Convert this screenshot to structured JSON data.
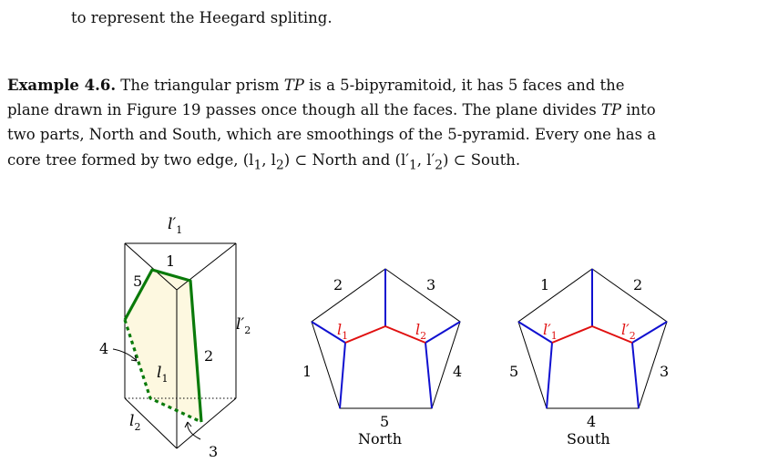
{
  "top_text": {
    "line1": "to represent the Heegard spliting."
  },
  "example": {
    "label": "Example 4.6.",
    "rows": [
      {
        "a": " The triangular prism ",
        "b": "TP",
        "c": " is a 5-bipyramitoid, it has 5 faces and the"
      },
      {
        "a": "plane drawn in Figure 19 passes once though all the faces. The plane divides ",
        "b": "TP",
        "c": " into"
      },
      {
        "a": "two parts, North and South, which are smoothings of the 5-pyramid. Every one has a"
      },
      {
        "a": "core tree formed by two edge, (l",
        "s1": "1",
        "m": ", l",
        "s2": "2",
        "n": ") ⊂ North and (l′",
        "s3": "1",
        "o": ", l′",
        "s4": "2",
        "p": ") ⊂ South."
      }
    ]
  },
  "figure": {
    "prism": {
      "top_label": "l′",
      "top_label_sub": "1",
      "right_label": "l′",
      "right_label_sub": "2",
      "center_label": "l",
      "center_label_sub": "1",
      "bottom_label": "l",
      "bottom_label_sub": "2",
      "face_labels": [
        "1",
        "2",
        "3",
        "4",
        "5"
      ]
    },
    "north": {
      "caption": "North",
      "edge_labels": [
        "2",
        "3",
        "1",
        "4",
        "5"
      ],
      "tree_labels": [
        {
          "t": "l",
          "sub": "1"
        },
        {
          "t": "l",
          "sub": "2"
        }
      ]
    },
    "south": {
      "caption": "South",
      "edge_labels": [
        "1",
        "2",
        "5",
        "3",
        "4"
      ],
      "tree_labels": [
        {
          "t": "l′",
          "sub": "1"
        },
        {
          "t": "l′",
          "sub": "2"
        }
      ]
    },
    "colors": {
      "green": "#0a7a0a",
      "blue": "#1010d0",
      "red": "#e01010",
      "fill": "#fdf8e0"
    }
  }
}
